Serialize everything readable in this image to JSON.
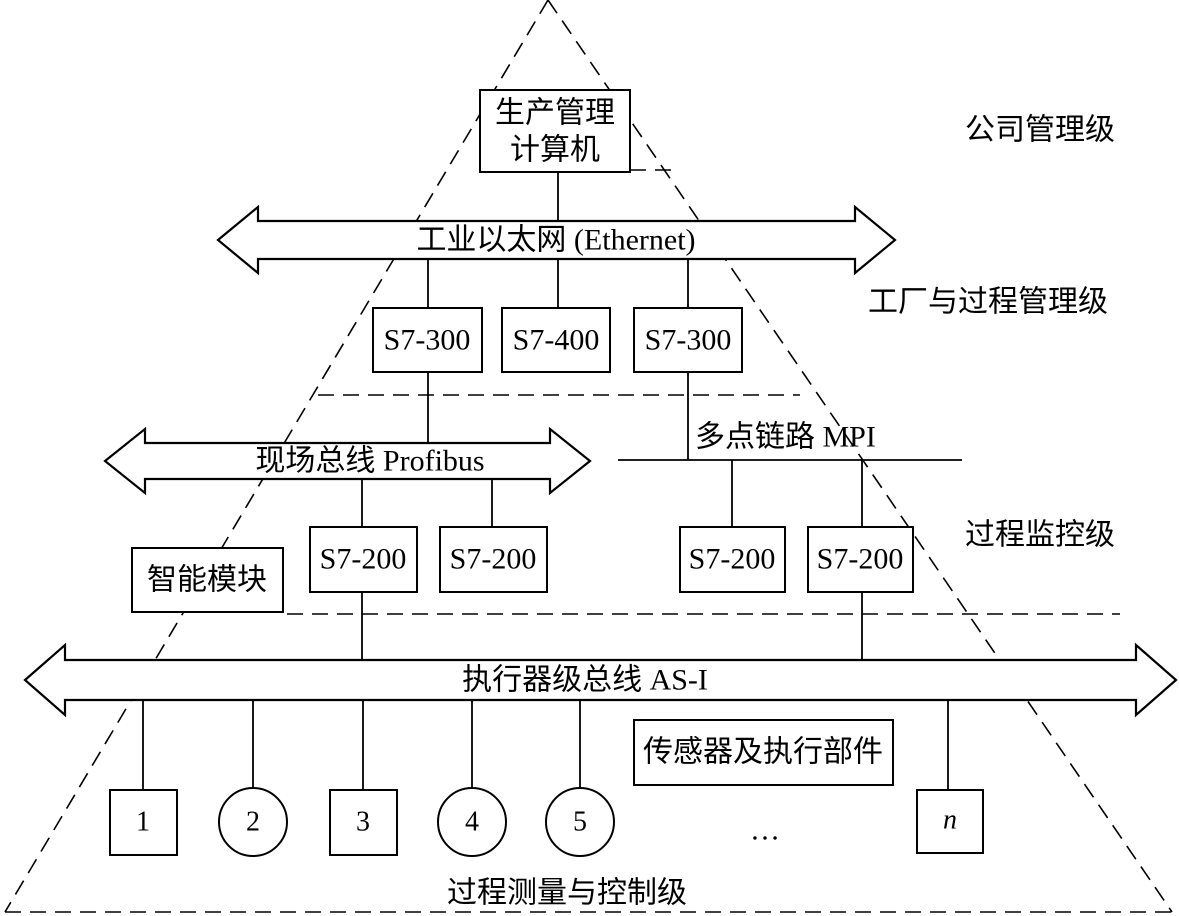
{
  "levels": {
    "company": "公司管理级",
    "plant_process": "工厂与过程管理级",
    "supervisory": "过程监控级",
    "field": "过程测量与控制级"
  },
  "management_computer": {
    "line1": "生产管理",
    "line2": "计算机"
  },
  "ethernet": {
    "label": "工业以太网 (Ethernet)"
  },
  "plant_controllers": [
    "S7-300",
    "S7-400",
    "S7-300"
  ],
  "mpi": {
    "label": "多点链路 MPI",
    "controllers": [
      "S7-200",
      "S7-200"
    ]
  },
  "profibus": {
    "label": "现场总线 Profibus",
    "controllers": [
      "S7-200",
      "S7-200"
    ]
  },
  "smart_module": "智能模块",
  "asi": {
    "label": "执行器级总线 AS-I"
  },
  "sensors_actuators": {
    "label": "传感器及执行部件",
    "devices": [
      "1",
      "2",
      "3",
      "4",
      "5",
      "n"
    ],
    "ellipsis": "…"
  }
}
